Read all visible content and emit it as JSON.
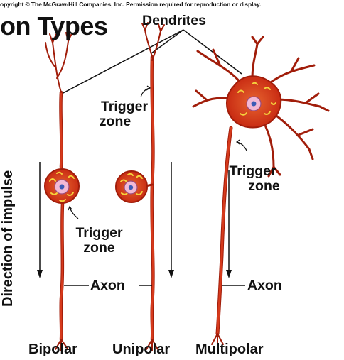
{
  "copyright": "opyright © The McGraw-Hill Companies, Inc. Permission required for reproduction or display.",
  "title": "on Types",
  "labels": {
    "dendrites": "Dendrites",
    "trigger_zone": "Trigger zone",
    "trigger_word": "Trigger",
    "zone_word": "zone",
    "axon": "Axon",
    "direction_of_impulse": "Direction of impulse"
  },
  "neuron_types": {
    "bipolar": "Bipolar",
    "unipolar": "Unipolar",
    "multipolar": "Multipolar"
  },
  "colors": {
    "neuron_fill": "#d63a1c",
    "neuron_outline": "#a11d0a",
    "nucleus": "#f2b8d4",
    "nucleolus": "#3b5bb5",
    "granules": "#f4d23c",
    "text": "#111111"
  }
}
